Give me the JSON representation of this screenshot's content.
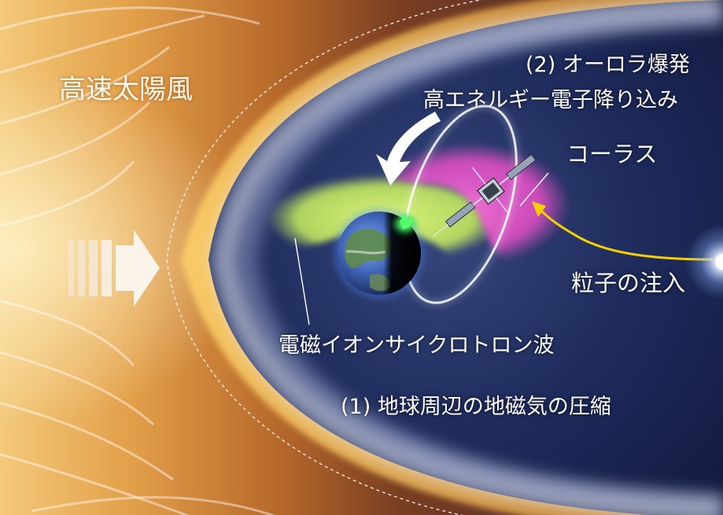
{
  "labels": {
    "solar_wind": "高速太陽風",
    "aurora_burst": "(2) オーロラ爆発",
    "electron_precipitation": "高エネルギー電子降り込み",
    "chorus": "コーラス",
    "particle_injection": "粒子の注入",
    "emic_wave": "電磁イオンサイクロトロン波",
    "compression": "(1) 地球周辺の地磁気の圧縮"
  },
  "icons": [
    "solar-wind-arrow-icon",
    "earth-icon",
    "satellite-icon",
    "sun-glow-icon",
    "aurora-spot-icon"
  ],
  "colors": {
    "solar_wind": "#e39a3c",
    "magnetosphere": "#1d2a5a",
    "chorus_region": "#e84fc8",
    "emic_region": "#c9ef5e",
    "injection_arrow": "#f4d000",
    "aurora": "#36e05a"
  }
}
